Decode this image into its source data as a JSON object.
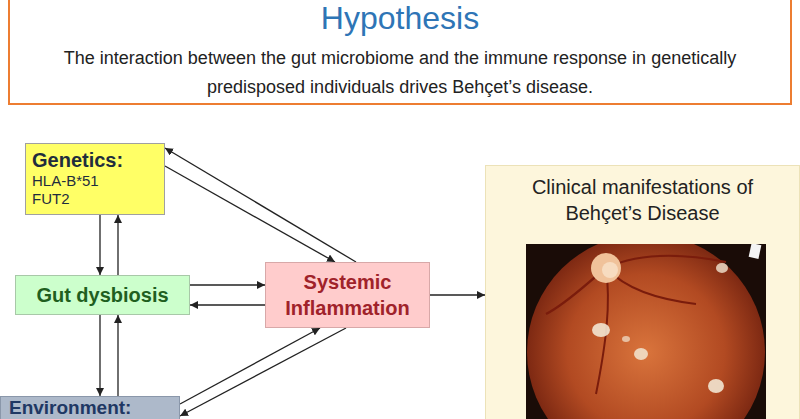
{
  "diagram": {
    "nodes": [
      {
        "text": [
          "Hypothesis",
          "The interaction between the gut microbiome and the immune response in genetically predisposed individuals drives Behçet’s disease."
        ]
      },
      {
        "text": [
          "Genetics:",
          "HLA-B*51 FUT2"
        ]
      },
      {
        "text": [
          "Gut dysbiosis"
        ]
      },
      {
        "text": [
          "Systemic Inflammation"
        ]
      },
      {
        "text": [
          "Environment:"
        ]
      },
      {
        "text": [
          "Clinical manifestations of Behçet’s Disease"
        ]
      }
    ],
    "edges": [
      {
        "from": 1,
        "to": 3,
        "arrow": "to"
      },
      {
        "from": 3,
        "to": 1,
        "arrow": "to"
      },
      {
        "from": 1,
        "to": 2,
        "arrow": "to"
      },
      {
        "from": 2,
        "to": 1,
        "arrow": "to"
      },
      {
        "from": 2,
        "to": 3,
        "arrow": "to"
      },
      {
        "from": 3,
        "to": 2,
        "arrow": "to"
      },
      {
        "from": 2,
        "to": 4,
        "arrow": "to"
      },
      {
        "from": 4,
        "to": 2,
        "arrow": "to"
      },
      {
        "from": 4,
        "to": 3,
        "arrow": "to"
      },
      {
        "from": 3,
        "to": 4,
        "arrow": "to"
      },
      {
        "from": 3,
        "to": 5,
        "arrow": "to"
      }
    ]
  }
}
